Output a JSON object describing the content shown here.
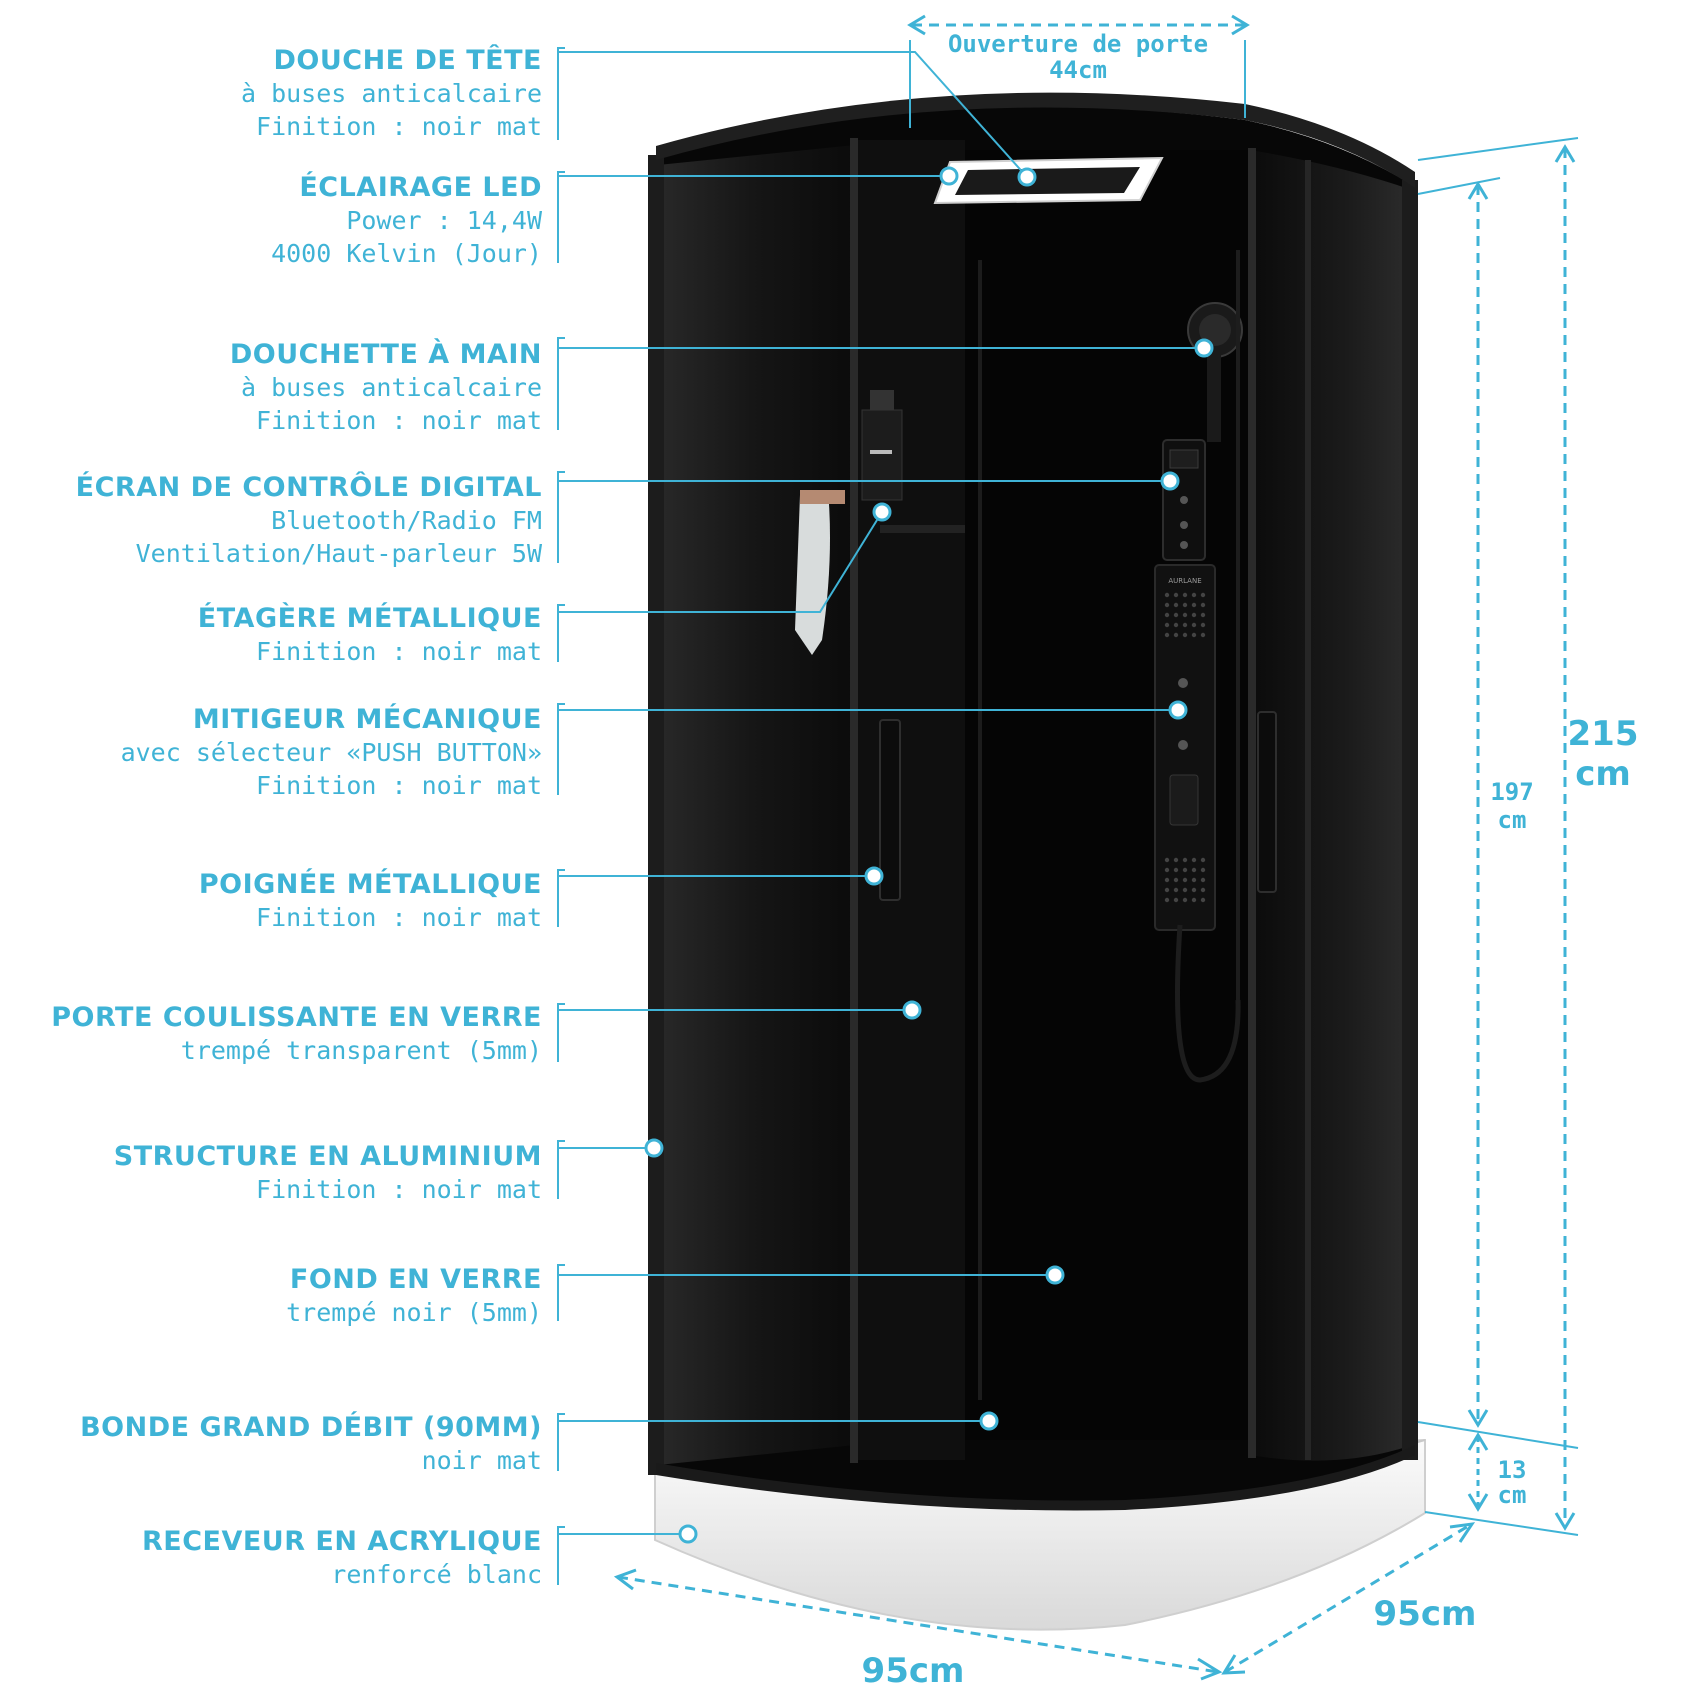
{
  "callouts": [
    {
      "title": "DOUCHE DE TÊTE",
      "lines": [
        "à buses anticalcaire",
        "Finition : noir mat"
      ]
    },
    {
      "title": "ÉCLAIRAGE LED",
      "lines": [
        "Power : 14,4W",
        "4000 Kelvin (Jour)"
      ]
    },
    {
      "title": "DOUCHETTE À MAIN",
      "lines": [
        "à buses anticalcaire",
        "Finition : noir mat"
      ]
    },
    {
      "title": "ÉCRAN DE CONTRÔLE DIGITAL",
      "lines": [
        "Bluetooth/Radio FM",
        "Ventilation/Haut-parleur 5W"
      ]
    },
    {
      "title": "ÉTAGÈRE MÉTALLIQUE",
      "lines": [
        "Finition : noir mat"
      ]
    },
    {
      "title": "MITIGEUR MÉCANIQUE",
      "lines": [
        "avec sélecteur «PUSH BUTTON»",
        "Finition : noir mat"
      ]
    },
    {
      "title": "POIGNÉE MÉTALLIQUE",
      "lines": [
        "Finition : noir mat"
      ]
    },
    {
      "title": "PORTE COULISSANTE EN VERRE",
      "lines": [
        "trempé transparent (5mm)"
      ]
    },
    {
      "title": "STRUCTURE EN ALUMINIUM",
      "lines": [
        "Finition : noir mat"
      ]
    },
    {
      "title": "FOND EN VERRE",
      "lines": [
        "trempé noir (5mm)"
      ]
    },
    {
      "title": "BONDE GRAND DÉBIT (90MM)",
      "lines": [
        "noir mat"
      ]
    },
    {
      "title": "RECEVEUR EN ACRYLIQUE",
      "lines": [
        "renforcé blanc"
      ]
    }
  ],
  "dimensions": {
    "door_opening_label": "Ouverture de porte",
    "door_opening_value": "44cm",
    "total_height_value": "215",
    "total_height_unit": "cm",
    "cabin_height_value": "197",
    "cabin_height_unit": "cm",
    "tray_height_value": "13",
    "tray_height_unit": "cm",
    "width_left": "95cm",
    "width_right": "95cm"
  },
  "panel_brand": "AURLANE",
  "colors": {
    "accent": "#3fb3d6",
    "cabin": "#0d0d0d",
    "frame": "#1e1e1e",
    "tray": "#f1f1f1"
  }
}
